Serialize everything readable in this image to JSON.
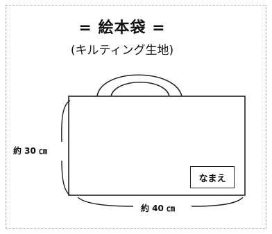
{
  "title": "= 絵本袋 =",
  "subtitle": "(キルティング生地)",
  "dimensions": {
    "height_label": "約 30 ㎝",
    "width_label": "約 40 ㎝"
  },
  "name_tag": "なまえ"
}
